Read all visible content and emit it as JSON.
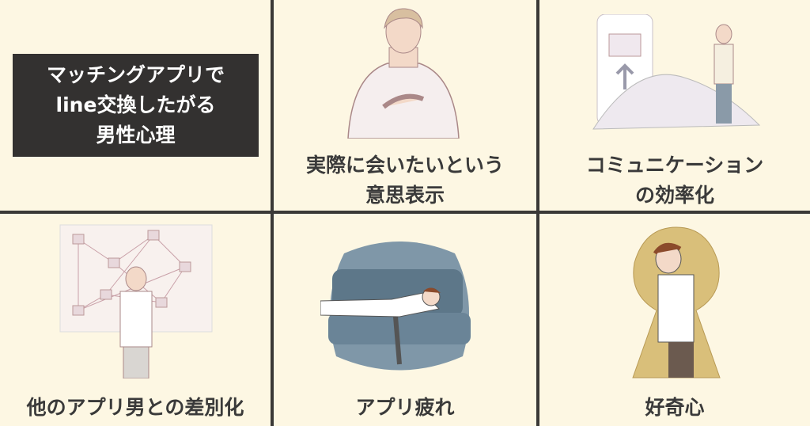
{
  "title": {
    "lines": [
      "マッチングアプリで",
      "line交換したがる",
      "男性心理"
    ]
  },
  "cells": [
    {
      "caption": [
        "実際に会いたいという",
        "意思表示"
      ],
      "illustration": "man-hands-on-chest"
    },
    {
      "caption": [
        "コミュニケーション",
        "の効率化"
      ],
      "illustration": "man-with-pile-of-messages"
    },
    {
      "caption": [
        "他のアプリ男との差別化"
      ],
      "illustration": "man-tangled-in-network"
    },
    {
      "caption": [
        "アプリ疲れ"
      ],
      "illustration": "man-exhausted-on-sofa"
    },
    {
      "caption": [
        "好奇心"
      ],
      "illustration": "man-peeking-through-keyhole"
    }
  ],
  "colors": {
    "background": "#fdf7e3",
    "lines": "#3a3937",
    "title_box": "#333130"
  }
}
